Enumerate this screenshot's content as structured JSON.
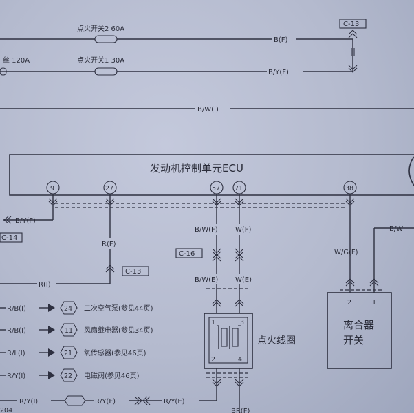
{
  "fuses": {
    "fuse_ig2": "点火开关2 60A",
    "fuse_ig1": "点火开关1 30A",
    "fuse_left": "丝 120A"
  },
  "wires": {
    "bf": "B(F)",
    "byf_top": "B/Y(F)",
    "bwi": "B/W(I)",
    "byf_left": "B/Y(F)",
    "rf": "R(F)",
    "ri": "R(I)",
    "bwf": "B/W(F)",
    "wf": "W(F)",
    "bwe": "B/W(E)",
    "we": "W(E)",
    "wgf": "W/G(F)",
    "bw_right": "B/W",
    "rbi_1": "R/B(I)",
    "rbi_2": "R/B(I)",
    "rli": "R/L(I)",
    "ryi": "R/Y(I)",
    "ryi_bottom": "R/Y(I)",
    "ryf_bottom": "R/Y(F)",
    "rye_bottom": "R/Y(E)",
    "brf_bottom": "BR(F)"
  },
  "connectors": {
    "c13_top": "C-13",
    "c14": "C-14",
    "c13_mid": "C-13",
    "c16": "C-16"
  },
  "ecu": {
    "title": "发动机控制单元ECU",
    "pins": [
      "9",
      "27",
      "57",
      "71",
      "38"
    ]
  },
  "refs": [
    {
      "num": "24",
      "label": "二次空气泵(参见44页)"
    },
    {
      "num": "11",
      "label": "风扇继电器(参见34页)"
    },
    {
      "num": "21",
      "label": "氧传感器(参见46页)"
    },
    {
      "num": "22",
      "label": "电磁阀(参见46页)"
    }
  ],
  "ignition_coil": {
    "label": "点火线圈",
    "pins": [
      "1",
      "3",
      "2",
      "4"
    ]
  },
  "clutch_switch": {
    "label_line1": "离合器",
    "label_line2": "开关",
    "pins": [
      "2",
      "1"
    ]
  },
  "page_fragment": "204"
}
